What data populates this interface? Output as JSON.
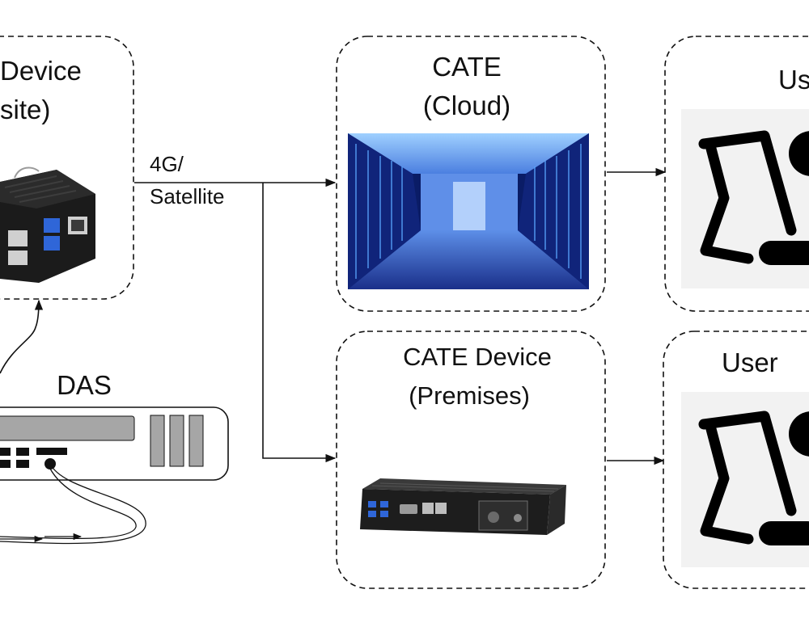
{
  "edge_device": {
    "title_line1": "Device",
    "title_line2": "site)"
  },
  "link": {
    "label_line1": "4G/",
    "label_line2": "Satellite"
  },
  "cloud": {
    "title_line1": "CATE",
    "title_line2": "(Cloud)",
    "image": "server-room-photo"
  },
  "premises": {
    "title_line1": "CATE Device",
    "title_line2": "(Premises)",
    "image": "industrial-pc-photo"
  },
  "das": {
    "title": "DAS"
  },
  "user_top": {
    "title": "Us",
    "icon": "user-at-terminal-icon"
  },
  "user_bottom": {
    "title": "User",
    "icon": "user-at-terminal-icon"
  },
  "colors": {
    "line": "#111111",
    "server_blue": "#2a6df4",
    "icon_bg": "#f2f2f2"
  }
}
